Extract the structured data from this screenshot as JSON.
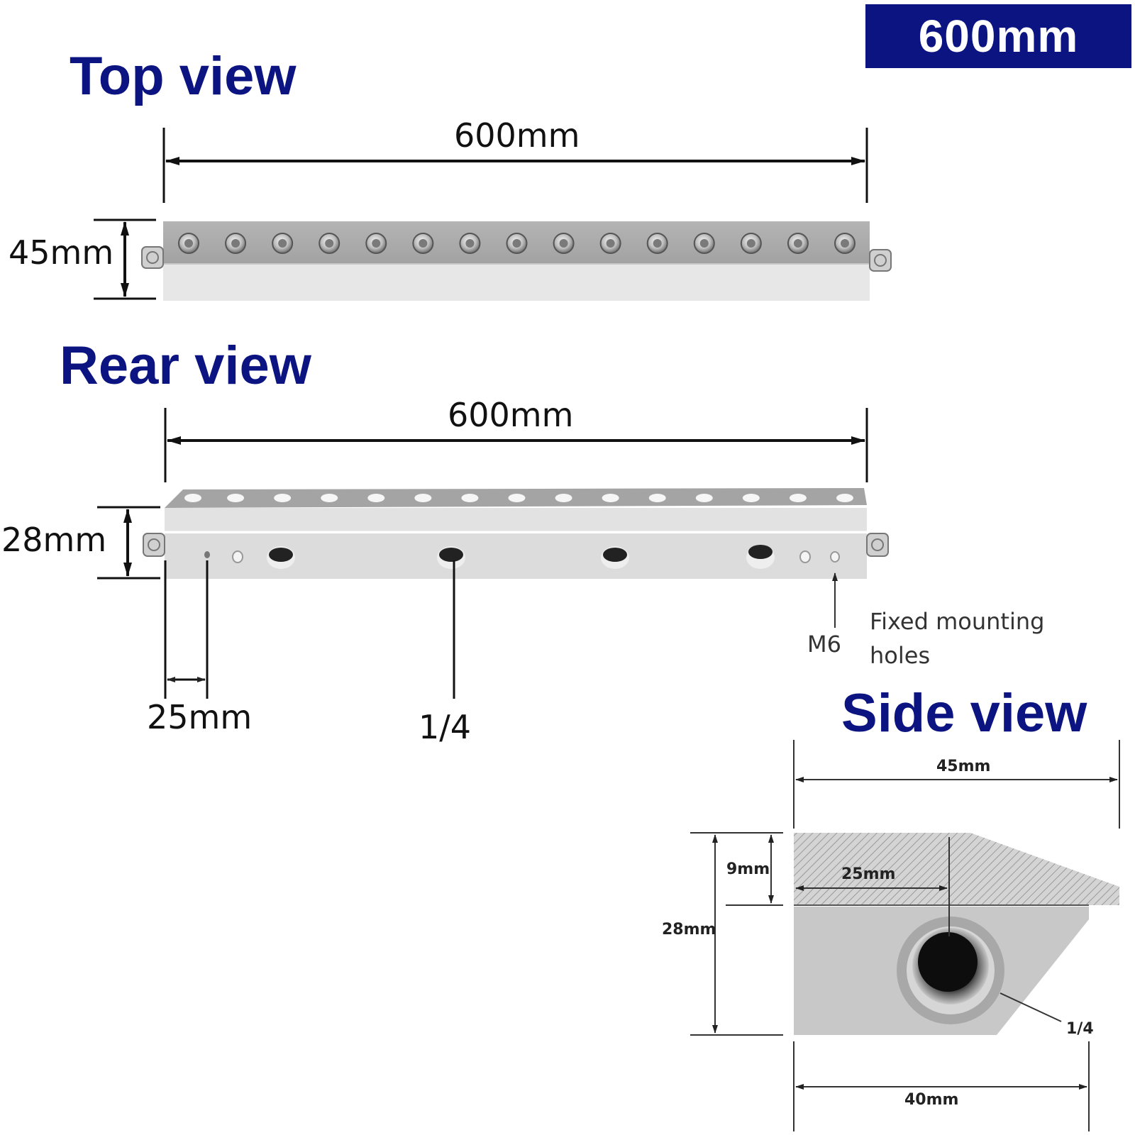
{
  "badge": {
    "label": "600mm"
  },
  "top_view": {
    "title": "Top view",
    "length_label": "600mm",
    "width_label": "45mm",
    "screw_count": 15
  },
  "rear_view": {
    "title": "Rear view",
    "length_label": "600mm",
    "height_label": "28mm",
    "offset_label": "25mm",
    "thread_label": "1/4",
    "m6_label": "M6",
    "mounting_note": "Fixed mounting holes"
  },
  "side_view": {
    "title": "Side view",
    "width_label": "45mm",
    "height_label": "28mm",
    "top_thickness_label": "9mm",
    "hole_offset_label": "25mm",
    "base_label": "40mm",
    "thread_label": "1/4"
  },
  "colors": {
    "brand": "#0b1480",
    "aluminum_dark": "#a9a9a9",
    "aluminum_light": "#e6e6e6"
  }
}
